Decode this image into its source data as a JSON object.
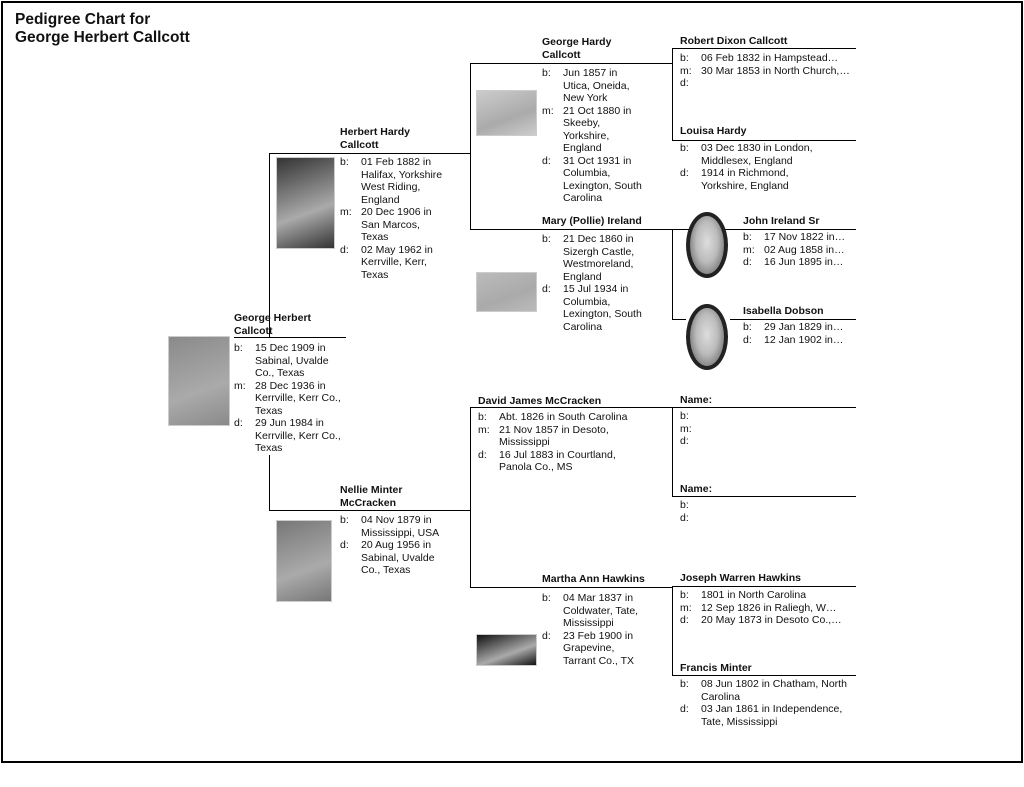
{
  "title": [
    "Pedigree Chart for",
    "George Herbert Callcott"
  ],
  "persons": [
    {
      "id": "p1",
      "name": [
        "George Herbert",
        "Callcott"
      ],
      "facts": [
        {
          "label": "b:",
          "value": "15 Dec 1909 in Sabinal, Uvalde Co., Texas"
        },
        {
          "label": "m:",
          "value": "28 Dec 1936 in Kerrville, Kerr Co., Texas"
        },
        {
          "label": "d:",
          "value": "29 Jun 1984 in Kerrville, Kerr Co., Texas"
        }
      ]
    },
    {
      "id": "p2",
      "name": [
        "Herbert Hardy",
        "Callcott"
      ],
      "facts": [
        {
          "label": "b:",
          "value": "01 Feb 1882 in Halifax, Yorkshire West Riding, England"
        },
        {
          "label": "m:",
          "value": "20 Dec 1906 in San Marcos, Texas"
        },
        {
          "label": "d:",
          "value": "02 May 1962 in Kerrville, Kerr, Texas"
        }
      ]
    },
    {
      "id": "p3",
      "name": [
        "Nellie Minter",
        "McCracken"
      ],
      "facts": [
        {
          "label": "b:",
          "value": "04 Nov 1879 in Mississippi, USA"
        },
        {
          "label": "d:",
          "value": "20 Aug 1956 in Sabinal, Uvalde Co., Texas"
        }
      ]
    },
    {
      "id": "p4",
      "name": [
        "George Hardy",
        "Callcott"
      ],
      "facts": [
        {
          "label": "b:",
          "value": "Jun 1857 in Utica, Oneida, New York"
        },
        {
          "label": "m:",
          "value": "21 Oct 1880 in Skeeby, Yorkshire, England"
        },
        {
          "label": "d:",
          "value": "31 Oct 1931 in Columbia, Lexington, South Carolina"
        }
      ]
    },
    {
      "id": "p5",
      "name": [
        "Mary (Pollie) Ireland"
      ],
      "facts": [
        {
          "label": "b:",
          "value": "21 Dec 1860 in Sizergh Castle, Westmoreland, England"
        },
        {
          "label": "d:",
          "value": "15 Jul 1934 in Columbia, Lexington, South Carolina"
        }
      ]
    },
    {
      "id": "p6",
      "name": [
        "David James McCracken"
      ],
      "facts": [
        {
          "label": "b:",
          "value": "Abt. 1826 in South Carolina"
        },
        {
          "label": "m:",
          "value": "21 Nov 1857 in Desoto, Mississippi"
        },
        {
          "label": "d:",
          "value": "16 Jul 1883 in Courtland, Panola Co., MS"
        }
      ]
    },
    {
      "id": "p7",
      "name": [
        "Martha Ann Hawkins"
      ],
      "facts": [
        {
          "label": "b:",
          "value": "04 Mar 1837 in Coldwater, Tate, Mississippi"
        },
        {
          "label": "d:",
          "value": "23 Feb 1900 in Grapevine, Tarrant Co., TX"
        }
      ]
    },
    {
      "id": "p8",
      "name": [
        "Robert Dixon Callcott"
      ],
      "facts": [
        {
          "label": "b:",
          "value": "06 Feb 1832 in Hampstead…"
        },
        {
          "label": "m:",
          "value": "30 Mar 1853 in North Church,…"
        },
        {
          "label": "d:",
          "value": ""
        }
      ]
    },
    {
      "id": "p9",
      "name": [
        "Louisa Hardy"
      ],
      "facts": [
        {
          "label": "b:",
          "value": "03 Dec 1830 in London, Middlesex, England"
        },
        {
          "label": "d:",
          "value": "1914 in Richmond, Yorkshire, England"
        }
      ]
    },
    {
      "id": "p10",
      "name": [
        "John Ireland Sr"
      ],
      "facts": [
        {
          "label": "b:",
          "value": "17 Nov 1822 in…"
        },
        {
          "label": "m:",
          "value": "02 Aug 1858 in…"
        },
        {
          "label": "d:",
          "value": "16 Jun 1895 in…"
        }
      ]
    },
    {
      "id": "p11",
      "name": [
        "Isabella Dobson"
      ],
      "facts": [
        {
          "label": "b:",
          "value": "29 Jan 1829 in…"
        },
        {
          "label": "d:",
          "value": "12 Jan 1902 in…"
        }
      ]
    },
    {
      "id": "p12",
      "name": [
        "Name:"
      ],
      "facts": [
        {
          "label": "b:",
          "value": ""
        },
        {
          "label": "m:",
          "value": ""
        },
        {
          "label": "d:",
          "value": ""
        }
      ]
    },
    {
      "id": "p13",
      "name": [
        "Name:"
      ],
      "facts": [
        {
          "label": "b:",
          "value": ""
        },
        {
          "label": "d:",
          "value": ""
        }
      ]
    },
    {
      "id": "p14",
      "name": [
        "Joseph Warren Hawkins"
      ],
      "facts": [
        {
          "label": "b:",
          "value": "1801 in North Carolina"
        },
        {
          "label": "m:",
          "value": "12 Sep 1826 in Raliegh, W…"
        },
        {
          "label": "d:",
          "value": "20 May 1873 in Desoto Co.,…"
        }
      ]
    },
    {
      "id": "p15",
      "name": [
        "Francis Minter"
      ],
      "facts": [
        {
          "label": "b:",
          "value": "08 Jun 1802 in Chatham, North Carolina"
        },
        {
          "label": "d:",
          "value": "03 Jan 1861 in Independence, Tate, Mississippi"
        }
      ]
    }
  ]
}
